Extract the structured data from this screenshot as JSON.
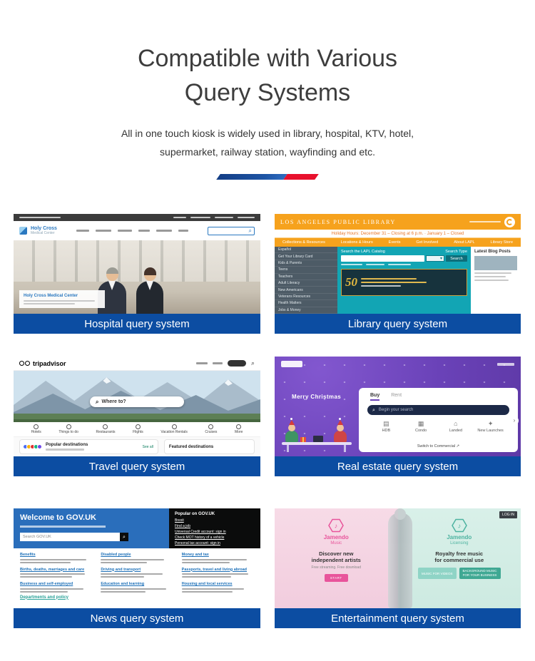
{
  "page": {
    "title_line1": "Compatible with Various",
    "title_line2": "Query Systems",
    "subtitle_line1": "All in one touch kiosk is widely used in library, hospital, KTV, hotel,",
    "subtitle_line2": "supermarket, railway station, wayfinding and etc."
  },
  "colors": {
    "caption_bg": "#0c4da2",
    "divider_blue": "#1e55a5",
    "divider_red": "#e8112d",
    "title_text": "#3d3d3d"
  },
  "icons": {
    "search": "⌕",
    "caret_down": "▾",
    "house": "⌂",
    "flat": "▤",
    "condo": "▦",
    "sparkle": "✦",
    "arrow_ne": "↗",
    "chevron_right": "›",
    "note": "♪"
  },
  "cards": {
    "hospital": {
      "caption": "Hospital query system",
      "brand_top": "Holy Cross",
      "brand_bottom": "Medical Center",
      "headline": "Holy Cross Medical Center"
    },
    "library": {
      "caption": "Library query system",
      "brand": "LOS ANGELES PUBLIC LIBRARY",
      "notice": "Holiday Hours: December 31 – Closing at 6 p.m. · January 1 – Closed",
      "nav_items": [
        "Collections & Resources",
        "Locations & Hours",
        "Events",
        "Get Involved",
        "About LAPL",
        "Library Store"
      ],
      "sidebar_items": [
        "Español",
        "Get Your Library Card",
        "Kids & Parents",
        "Teens",
        "Teachers",
        "Adult Literacy",
        "New Americans",
        "Veterans Resources",
        "Health Matters",
        "Jobs & Money"
      ],
      "search_label": "Search the LAPL Catalog",
      "search_type_label": "Search Type",
      "search_button": "Search",
      "promo_number": "50",
      "blog_heading": "Latest Blog Posts"
    },
    "travel": {
      "caption": "Travel query system",
      "brand": "tripadvisor",
      "search_placeholder": "Where to?",
      "categories": [
        "Hotels",
        "Things to do",
        "Restaurants",
        "Flights",
        "Vacation Rentals",
        "Cruises",
        "More"
      ],
      "popular_heading": "Popular destinations",
      "see_all": "See all",
      "featured_heading": "Featured destinations"
    },
    "realestate": {
      "caption": "Real estate query system",
      "greeting": "Merry Christmas",
      "tab_buy": "Buy",
      "tab_rent": "Rent",
      "search_placeholder": "Begin your search",
      "categories": [
        "HDB",
        "Condo",
        "Landed",
        "New Launches"
      ],
      "commercial_link": "Switch to Commercial"
    },
    "news": {
      "caption": "News query system",
      "welcome": "Welcome to GOV.UK",
      "search_placeholder": "Search GOV.UK",
      "popular_heading": "Popular on GOV.UK",
      "popular_links": [
        "Brexit",
        "Find a job",
        "Universal Credit account: sign in",
        "Check MOT history of a vehicle",
        "Personal tax account: sign in"
      ],
      "categories": [
        "Benefits",
        "Births, deaths, marriages and care",
        "Business and self-employed",
        "Disabled people",
        "Driving and transport",
        "Education and learning",
        "Money and tax",
        "Passports, travel and living abroad",
        "Housing and local services"
      ],
      "departments_heading": "Departments and policy"
    },
    "entertainment": {
      "caption": "Entertainment query system",
      "login": "LOG IN",
      "music_brand": "Jamendo",
      "music_brand_sub": "Music",
      "music_heading_line1": "Discover new",
      "music_heading_line2": "independent artists",
      "music_sub": "Free streaming. Free download",
      "music_button": "START",
      "lic_brand": "Jamendo",
      "lic_brand_sub": "Licensing",
      "lic_heading_line1": "Royalty free music",
      "lic_heading_line2": "for commercial use",
      "lic_button1": "MUSIC FOR VIDEOS",
      "lic_button2": "BACKGROUND MUSIC FOR YOUR BUSINESS"
    }
  }
}
